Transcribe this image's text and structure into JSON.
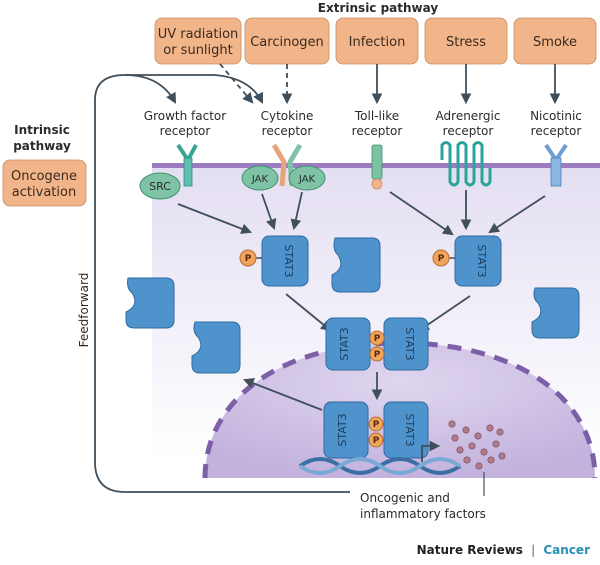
{
  "extrinsic_title": "Extrinsic pathway",
  "intrinsic_title": [
    "Intrinsic",
    "pathway"
  ],
  "stimuli": [
    {
      "lines": [
        "UV radiation",
        "or sunlight"
      ]
    },
    {
      "lines": [
        "Carcinogen"
      ]
    },
    {
      "lines": [
        "Infection"
      ]
    },
    {
      "lines": [
        "Stress"
      ]
    },
    {
      "lines": [
        "Smoke"
      ]
    }
  ],
  "oncogene_box": [
    "Oncogene",
    "activation"
  ],
  "receptors": [
    {
      "lines": [
        "Growth factor",
        "receptor"
      ]
    },
    {
      "lines": [
        "Cytokine",
        "receptor"
      ]
    },
    {
      "lines": [
        "Toll-like",
        "receptor"
      ]
    },
    {
      "lines": [
        "Adrenergic",
        "receptor"
      ]
    },
    {
      "lines": [
        "Nicotinic",
        "receptor"
      ]
    }
  ],
  "kinases": {
    "src": "SRC",
    "jak": "JAK"
  },
  "stat_label": "STAT3",
  "phospho_label": "P",
  "feedforward_label": "Feedforward",
  "output_label": [
    "Oncogenic and",
    "inflammatory factors"
  ],
  "credit": {
    "journal": "Nature Reviews",
    "separator": "|",
    "section": "Cancer"
  },
  "colors": {
    "box_fill": "#f2b58a",
    "membrane": "#9b7cc0",
    "cytoplasm": "#ece8f6",
    "nucleus": "#cdbfe3",
    "stat_fill": "#4f93cc",
    "phospho": "#f0a45c",
    "arrow": "#3f4f5c",
    "jak": "#7ec3a6"
  }
}
